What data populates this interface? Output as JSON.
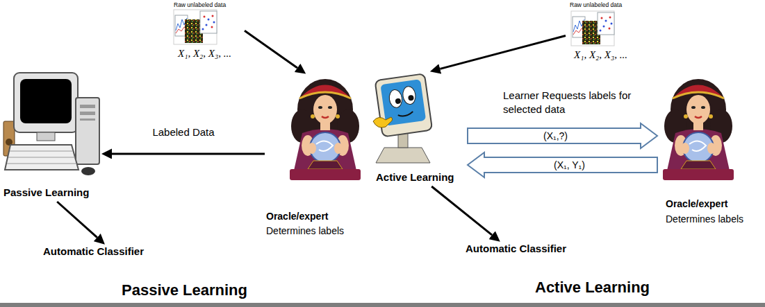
{
  "diagram": {
    "nodes": [
      {
        "text": [
          "Raw unlabeled data",
          "X₁, X₂, X₃, ..."
        ]
      },
      {
        "text": [
          "Raw unlabeled data",
          "X₁, X₂, X₃, ..."
        ]
      },
      {
        "text": [
          "Passive Learning"
        ]
      },
      {
        "text": [
          "Oracle/expert",
          "Determines labels"
        ]
      },
      {
        "text": [
          "Active Learning"
        ]
      },
      {
        "text": [
          "Oracle/expert",
          "Determines labels"
        ]
      },
      {
        "text": [
          "Automatic Classifier"
        ]
      },
      {
        "text": [
          "Automatic Classifier"
        ]
      }
    ],
    "edges": [
      {
        "from": 0,
        "to": 3,
        "arrow": "to"
      },
      {
        "from": 1,
        "to": 4,
        "arrow": "to"
      },
      {
        "from": 3,
        "to": 2,
        "arrow": "to",
        "label": "Labeled Data"
      },
      {
        "from": 2,
        "to": 6,
        "arrow": "to"
      },
      {
        "from": 4,
        "to": 7,
        "arrow": "to"
      },
      {
        "from": 4,
        "to": 5,
        "arrow": "to",
        "label": "(X₁,?)"
      },
      {
        "from": 5,
        "to": 4,
        "arrow": "to",
        "label": "(X₁, Y₁)"
      }
    ],
    "labels": [
      "Learner Requests labels for selected data",
      "Passive Learning",
      "Active Learning"
    ]
  }
}
